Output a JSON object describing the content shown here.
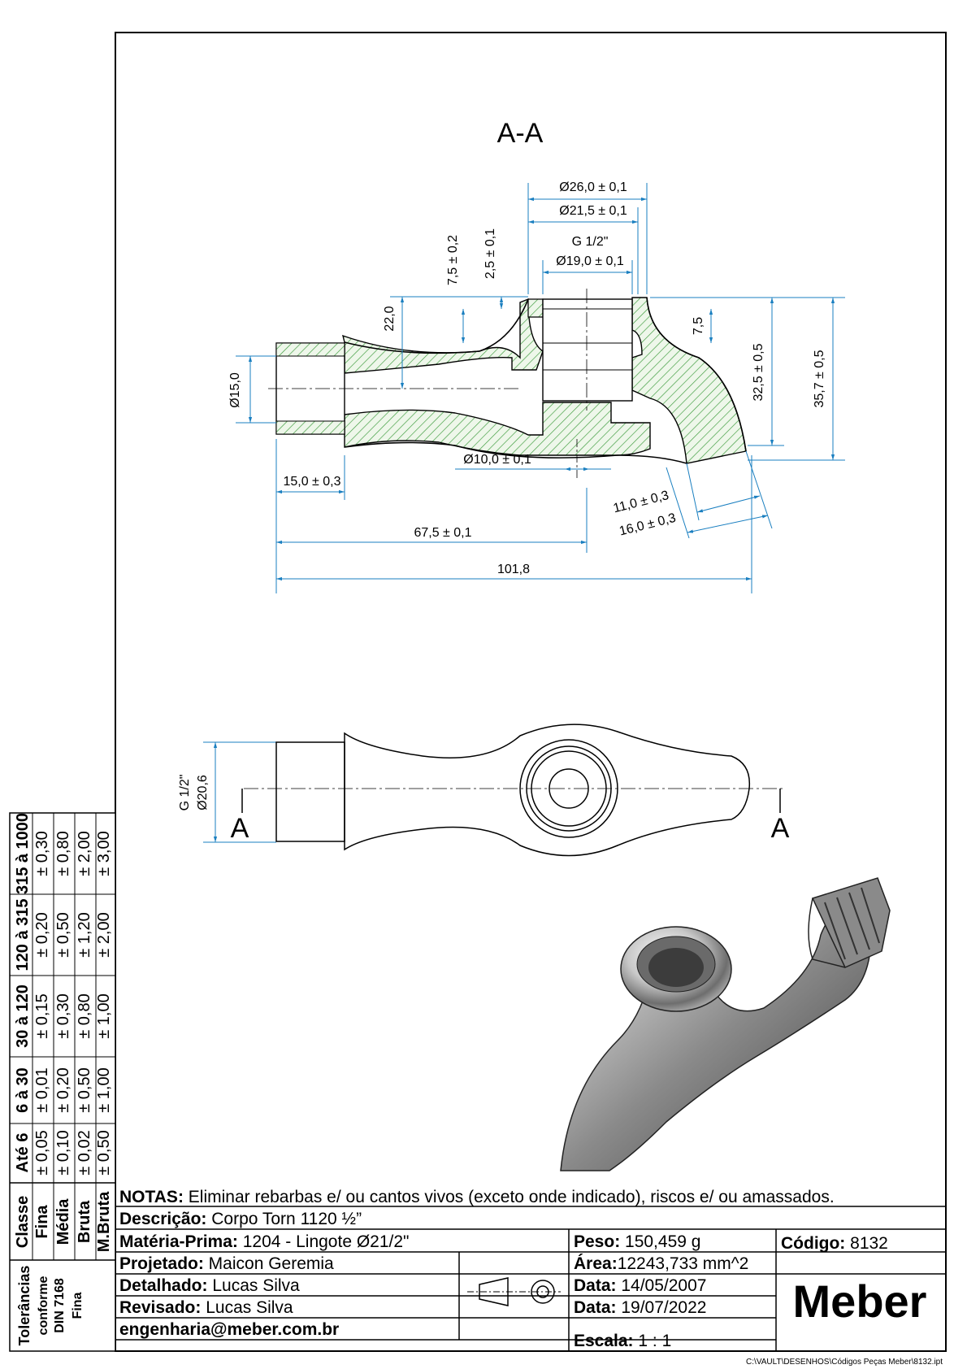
{
  "drawing": {
    "section_title": "A-A",
    "section_mark": "A",
    "dimensions": {
      "d_26": "Ø26,0 ± 0,1",
      "d_21_5": "Ø21,5 ± 0,1",
      "thread_g": "G 1/2\"",
      "d_19": "Ø19,0 ± 0,1",
      "h_7_5_02": "7,5 ± 0,2",
      "h_2_5": "2,5 ± 0,1",
      "h_22": "22,0",
      "d_15": "Ø15,0",
      "h_7_5": "7,5",
      "h_32_5": "32,5 ± 0,5",
      "h_35_7": "35,7 ± 0,5",
      "d_10": "Ø10,0 ± 0,1",
      "l_15": "15,0 ± 0,3",
      "l_11": "11,0 ± 0,3",
      "l_16": "16,0 ± 0,3",
      "l_67_5": "67,5 ± 0,1",
      "l_101_8": "101,8",
      "top_thread": "G 1/2\"",
      "top_d": "Ø20,6"
    }
  },
  "tolerances": {
    "side_label_1": "Tolerâncias",
    "side_label_2": "conforme",
    "side_label_3": "DIN 7168",
    "side_label_4": "Fina",
    "class_header": "Classe",
    "classes": [
      "Fina",
      "Média",
      "Bruta",
      "M.Bruta"
    ],
    "ranges": [
      {
        "range": "Até 6",
        "values": [
          "± 0,05",
          "± 0,10",
          "± 0,02",
          "± 0,50"
        ]
      },
      {
        "range": "6 à 30",
        "values": [
          "± 0,01",
          "± 0,20",
          "± 0,50",
          "± 1,00"
        ]
      },
      {
        "range": "30 à 120",
        "values": [
          "± 0,15",
          "± 0,30",
          "± 0,80",
          "± 1,00"
        ]
      },
      {
        "range": "120 à 315",
        "values": [
          "± 0,20",
          "± 0,50",
          "± 1,20",
          "± 2,00"
        ]
      },
      {
        "range": "315 à 1000",
        "values": [
          "± 0,30",
          "± 0,80",
          "± 2,00",
          "± 3,00"
        ]
      }
    ]
  },
  "title_block": {
    "notes_label": "NOTAS:",
    "notes_text": " Eliminar rebarbas e/ ou cantos vivos (exceto onde indicado), riscos e/ ou amassados.",
    "descricao_label": "Descrição:",
    "descricao_value": " Corpo Torn 1120 ½”",
    "materia_label": "Matéria-Prima:",
    "materia_value": " 1204 - Lingote Ø21/2\"",
    "peso_label": "Peso:",
    "peso_value": " 150,459 g",
    "codigo_label": "Código:",
    "codigo_value": " 8132",
    "projetado_label": "Projetado:",
    "projetado_value": " Maicon Geremia",
    "area_label": "Área:",
    "area_value": "12243,733 mm^2",
    "detalhado_label": "Detalhado:",
    "detalhado_value": " Lucas Silva",
    "data1_label": "Data:",
    "data1_value": " 14/05/2007",
    "revisado_label": "Revisado:",
    "revisado_value": " Lucas Silva",
    "data2_label": "Data:",
    "data2_value": " 19/07/2022",
    "email": "engenharia@meber.com.br",
    "escala_label": "Escala:",
    "escala_value": " 1 : 1",
    "logo": "Meber",
    "file_path": "C:\\VAULT\\DESENHOS\\Códigos Peças Meber\\8132.ipt"
  },
  "colors": {
    "hatch": "#3a9a3a",
    "dimension": "#1a7fc0",
    "line": "#000000"
  }
}
